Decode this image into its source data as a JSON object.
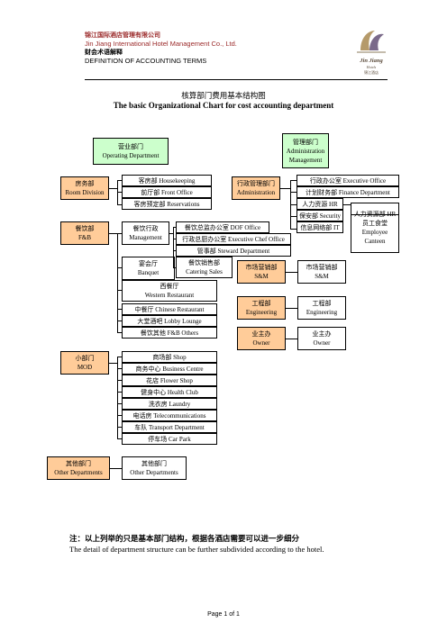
{
  "header": {
    "company_cn": "锦江国际酒店管理有限公司",
    "company_en": "Jin Jiang International Hotel Management Co., Ltd.",
    "doc_cn": "财会术语解释",
    "doc_en": "DEFINITION OF ACCOUNTING TERMS",
    "logo_brand": "Jin Jiang",
    "logo_sub": "Hotels",
    "logo_cn": "锦江酒店"
  },
  "title": {
    "cn": "核算部门费用基本结构图",
    "en": "The basic Organizational Chart for cost accounting department"
  },
  "colors": {
    "green_box": "#ccffcc",
    "orange_box": "#ffcc99"
  },
  "chart": {
    "operating": {
      "cn": "营业部门",
      "en": "Operating Department"
    },
    "admin_top": {
      "cn": "管理部门",
      "en1": "Administration",
      "en2": "Management"
    },
    "rooms": {
      "cn": "房务部",
      "en": "Room Division",
      "items": [
        "客房部 Housekeeping",
        "前厅部 Front Office",
        "客房预定部 Reservations"
      ]
    },
    "administration": {
      "cn": "行政管理部门",
      "en": "Administration",
      "items": [
        "行政办公室 Executive Office",
        "计划财务部 Finance Department",
        "人力资源 HR",
        "保安部 Security",
        "信息网络部 IT"
      ],
      "hr": {
        "l1": "人力资源部 HR",
        "l2": "员工食堂",
        "l3": "Employee",
        "l4": "Canteen"
      }
    },
    "fb": {
      "cn": "餐饮部",
      "en": "F&B",
      "mgmt": {
        "cn": "餐饮行政",
        "en": "Management"
      },
      "mgmt_items": [
        "餐饮总监办公室 DOF Office",
        "行政总厨办公室 Executive Chef Office",
        "管事部 Steward Department"
      ],
      "catering": {
        "cn": "餐饮销售部",
        "en": "Catering Sales"
      },
      "banquet": {
        "cn": "宴会厅",
        "en": "Banquet"
      },
      "western": {
        "cn": "西餐厅",
        "en": "Western Restaurant"
      },
      "outlets": [
        "中餐厅 Chinese Restaurant",
        "大堂酒吧 Lobby Lounge",
        "餐饮其他 F&B Others"
      ]
    },
    "sales": {
      "cn": "市场营销部",
      "en": "S&M"
    },
    "engineering": {
      "cn": "工程部",
      "en": "Engineering"
    },
    "owner": {
      "cn": "业主办",
      "en": "Owner"
    },
    "mod": {
      "cn": "小部门",
      "en": "MOD",
      "items": [
        "商场部 Shop",
        "商务中心 Business Centre",
        "花店 Flower Shop",
        "健身中心 Health Club",
        "洗衣房 Laundry",
        "电话房 Telecommunications",
        "车队 Transport Department",
        "停车场 Car Park"
      ]
    },
    "other": {
      "cn": "其他部门",
      "en": "Other Departments"
    }
  },
  "note": {
    "cn": "注：以上列举的只是基本部门结构，根据各酒店需要可以进一步细分",
    "en": "The detail of department structure can be further subdivided according to the hotel."
  },
  "footer": "Page 1 of 1"
}
